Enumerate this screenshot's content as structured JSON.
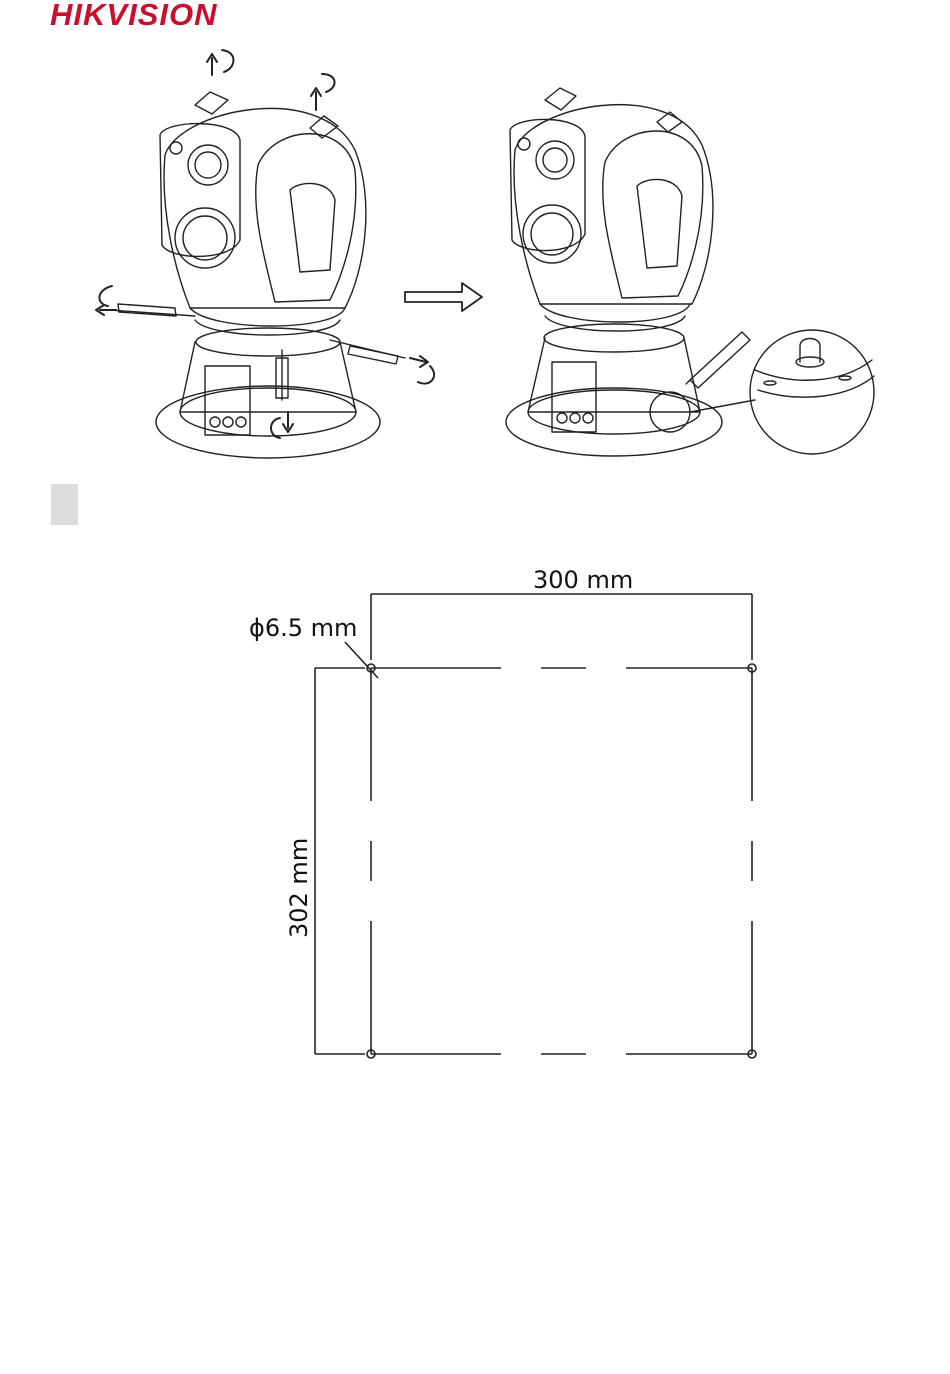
{
  "header": {
    "brand_part1": "HIK",
    "brand_part2": "VISION"
  },
  "colors": {
    "brand_red": "#c8102e",
    "line": "#222222",
    "marker_gray": "#dcdcdc"
  },
  "drawing": {
    "width_label": "300 mm",
    "height_label": "302 mm",
    "hole_label": "ϕ6.5 mm"
  },
  "icons": {
    "arrow": "right-arrow-icon",
    "rotate": "rotate-arrow-icon"
  }
}
